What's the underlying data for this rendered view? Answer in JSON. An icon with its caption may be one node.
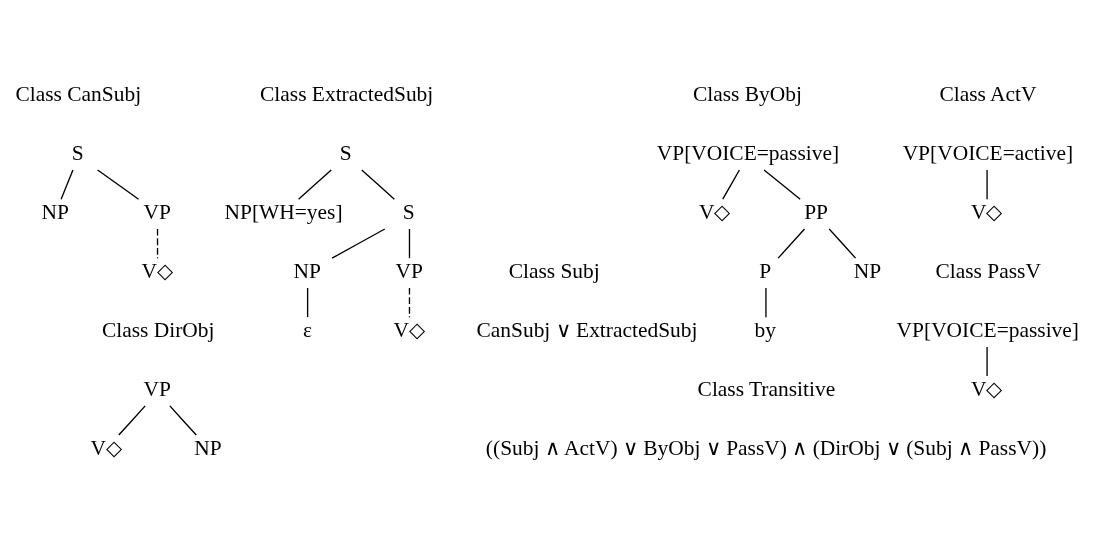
{
  "diagram": {
    "nodes": [
      {
        "text": [
          "S"
        ]
      },
      {
        "text": [
          "NP"
        ]
      },
      {
        "text": [
          "VP"
        ]
      },
      {
        "text": [
          "V◇"
        ]
      },
      {
        "text": [
          "S"
        ]
      },
      {
        "text": [
          "NP[WH=yes]"
        ]
      },
      {
        "text": [
          "S"
        ]
      },
      {
        "text": [
          "NP"
        ]
      },
      {
        "text": [
          "VP"
        ]
      },
      {
        "text": [
          "ε"
        ]
      },
      {
        "text": [
          "V◇"
        ]
      },
      {
        "text": [
          "VP"
        ]
      },
      {
        "text": [
          "V◇"
        ]
      },
      {
        "text": [
          "NP"
        ]
      },
      {
        "text": [
          "VP[VOICE=passive]"
        ]
      },
      {
        "text": [
          "V◇"
        ]
      },
      {
        "text": [
          "PP"
        ]
      },
      {
        "text": [
          "P"
        ]
      },
      {
        "text": [
          "NP"
        ]
      },
      {
        "text": [
          "by"
        ]
      },
      {
        "text": [
          "VP[VOICE=active]"
        ]
      },
      {
        "text": [
          "V◇"
        ]
      },
      {
        "text": [
          "VP[VOICE=passive]"
        ]
      },
      {
        "text": [
          "V◇"
        ]
      }
    ],
    "edges": [
      {
        "from": 0,
        "to": 1,
        "arrow": "none"
      },
      {
        "from": 0,
        "to": 2,
        "arrow": "none"
      },
      {
        "from": 2,
        "to": 3,
        "arrow": "none",
        "style": "dashed"
      },
      {
        "from": 4,
        "to": 5,
        "arrow": "none"
      },
      {
        "from": 4,
        "to": 6,
        "arrow": "none"
      },
      {
        "from": 6,
        "to": 7,
        "arrow": "none"
      },
      {
        "from": 6,
        "to": 8,
        "arrow": "none"
      },
      {
        "from": 7,
        "to": 9,
        "arrow": "none"
      },
      {
        "from": 8,
        "to": 10,
        "arrow": "none",
        "style": "dashed"
      },
      {
        "from": 11,
        "to": 12,
        "arrow": "none"
      },
      {
        "from": 11,
        "to": 13,
        "arrow": "none"
      },
      {
        "from": 14,
        "to": 15,
        "arrow": "none"
      },
      {
        "from": 14,
        "to": 16,
        "arrow": "none"
      },
      {
        "from": 16,
        "to": 17,
        "arrow": "none"
      },
      {
        "from": 16,
        "to": 18,
        "arrow": "none"
      },
      {
        "from": 17,
        "to": 19,
        "arrow": "none"
      },
      {
        "from": 20,
        "to": 21,
        "arrow": "none"
      },
      {
        "from": 22,
        "to": 23,
        "arrow": "none"
      }
    ],
    "labels": [
      "Class CanSubj",
      "Class ExtractedSubj",
      "Class Subj",
      "CanSubj ∨ ExtractedSubj",
      "Class ByObj",
      "Class ActV",
      "Class DirObj",
      "Class PassV",
      "Class Transitive",
      "((Subj ∧ ActV) ∨ ByObj ∨ PassV) ∧ (DirObj ∨ (Subj ∧ PassV))"
    ]
  }
}
